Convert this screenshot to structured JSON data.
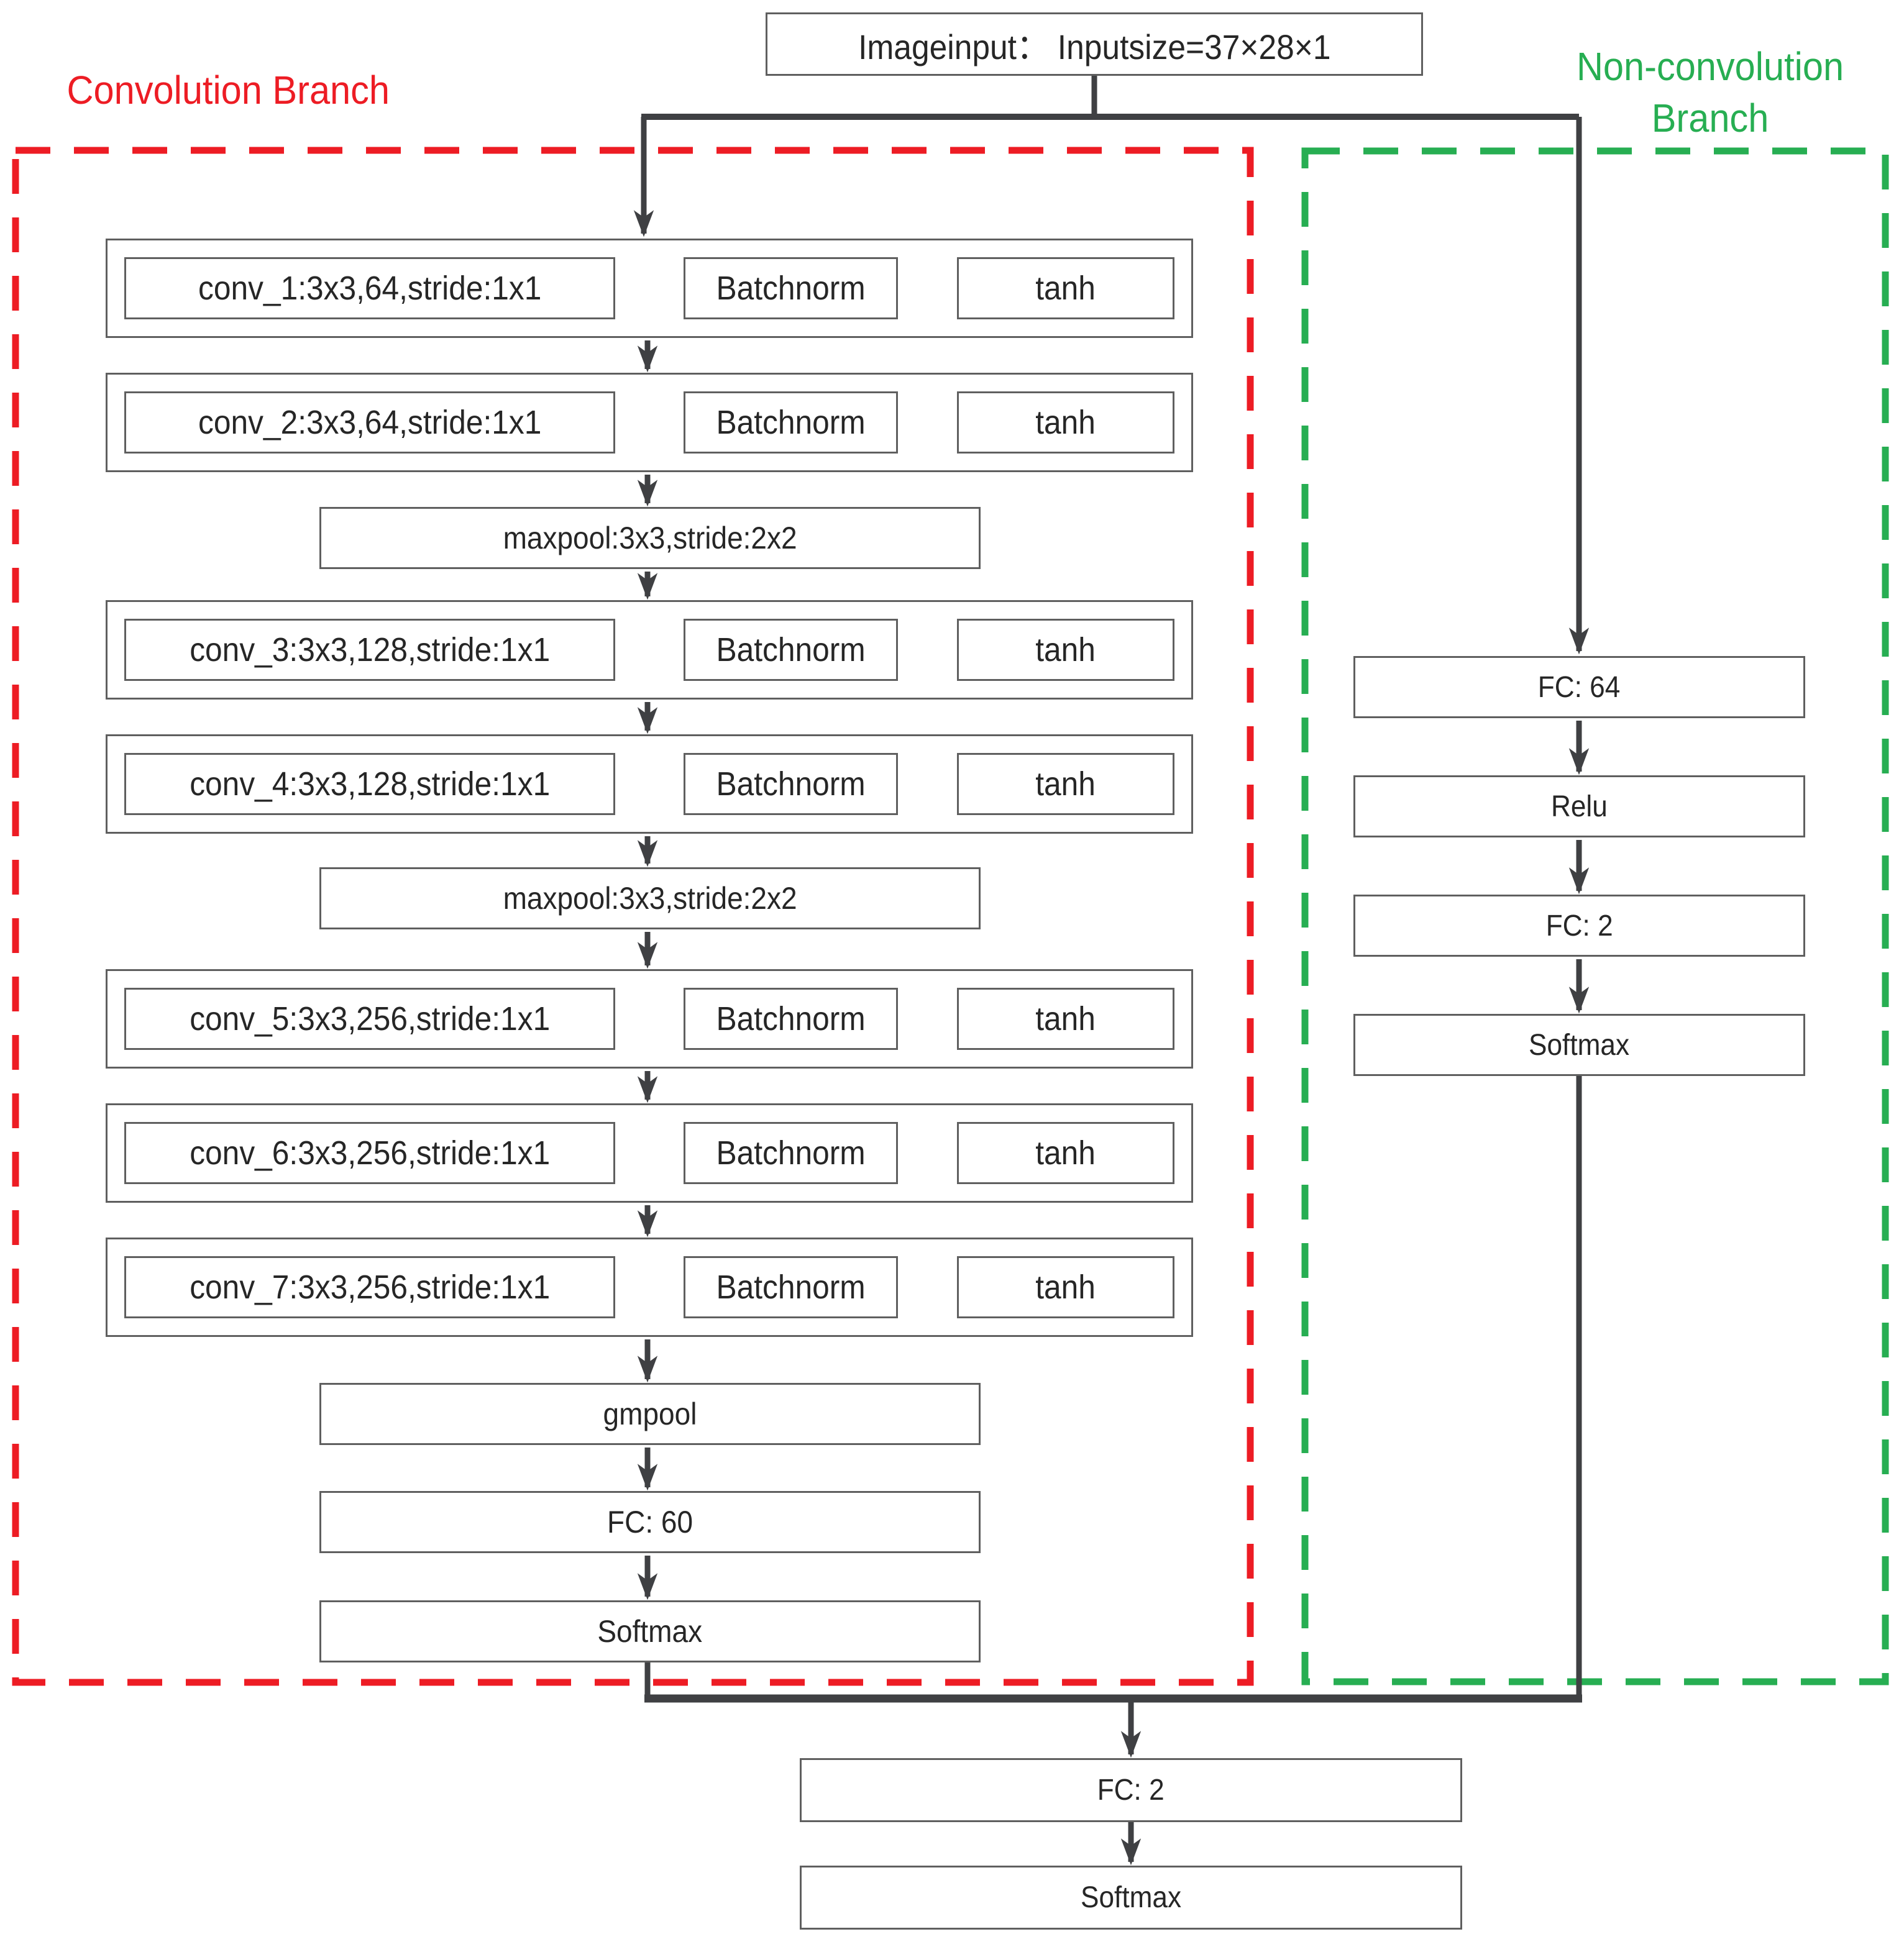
{
  "input_box": {
    "label": "Imageinput： Inputsize=37×28×1"
  },
  "branches": {
    "convolution": {
      "label": "Convolution Branch",
      "color": "#ed1c24"
    },
    "non_convolution": {
      "label": "Non-convolution Branch",
      "color": "#27ae52"
    }
  },
  "conv_branch": {
    "rows": [
      {
        "conv": "conv_1:3x3,64,stride:1x1",
        "batchnorm": "Batchnorm",
        "activation": "tanh"
      },
      {
        "conv": "conv_2:3x3,64,stride:1x1",
        "batchnorm": "Batchnorm",
        "activation": "tanh"
      },
      {
        "conv": "conv_3:3x3,128,stride:1x1",
        "batchnorm": "Batchnorm",
        "activation": "tanh"
      },
      {
        "conv": "conv_4:3x3,128,stride:1x1",
        "batchnorm": "Batchnorm",
        "activation": "tanh"
      },
      {
        "conv": "conv_5:3x3,256,stride:1x1",
        "batchnorm": "Batchnorm",
        "activation": "tanh"
      },
      {
        "conv": "conv_6:3x3,256,stride:1x1",
        "batchnorm": "Batchnorm",
        "activation": "tanh"
      },
      {
        "conv": "conv_7:3x3,256,stride:1x1",
        "batchnorm": "Batchnorm",
        "activation": "tanh"
      }
    ],
    "maxpool1": "maxpool:3x3,stride:2x2",
    "maxpool2": "maxpool:3x3,stride:2x2",
    "gmpool": "gmpool",
    "fc": "FC: 60",
    "softmax": "Softmax"
  },
  "non_conv_branch": {
    "fc1": "FC: 64",
    "relu": "Relu",
    "fc2": "FC: 2",
    "softmax": "Softmax"
  },
  "merge_tail": {
    "fc": "FC: 2",
    "softmax": "Softmax"
  },
  "line_color": "#3f4043"
}
